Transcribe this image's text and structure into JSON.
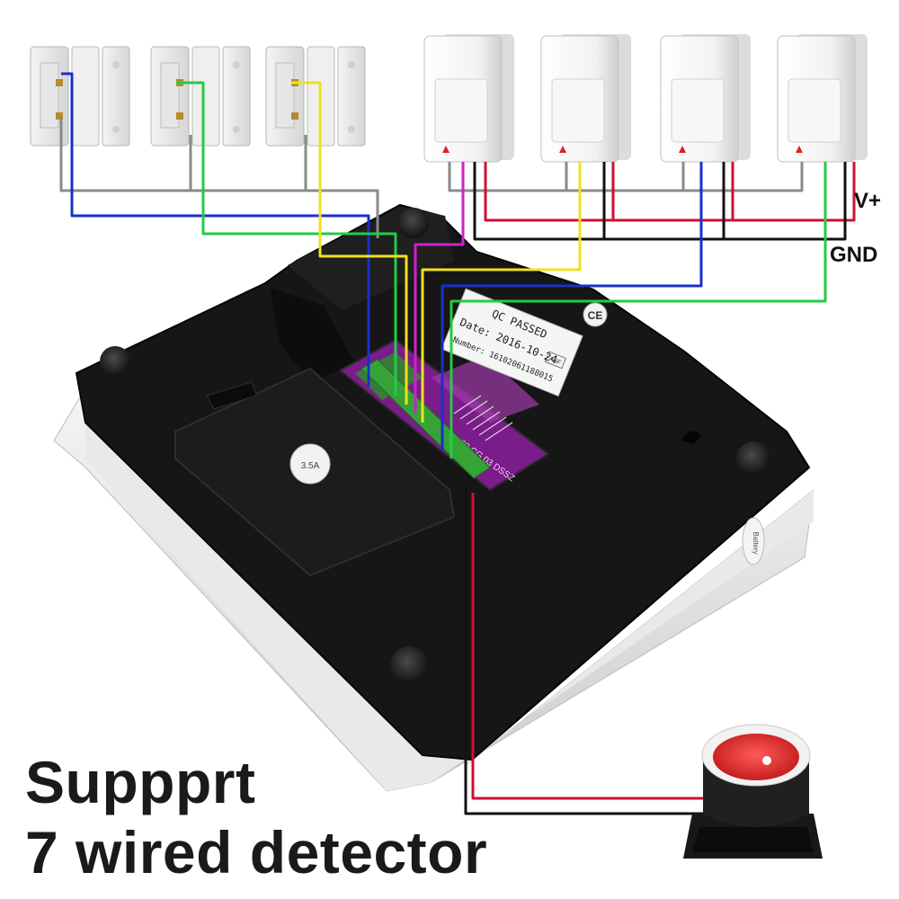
{
  "image": {
    "caption_line1": "Suppprt",
    "caption_line2": "7 wired detector",
    "power_labels": {
      "vplus": "V+",
      "gnd": "GND"
    },
    "qc_label": {
      "line1": "QC PASSED",
      "line2": "Date: 2016-10-24",
      "line3": "Number: 16102061188015",
      "badge": "ASF"
    },
    "ce_mark": "CE",
    "pcb_marking": "83 CG 03 DSSZ",
    "foot_sticker": "3.5A",
    "side_sticker": "Battery",
    "components": [
      {
        "kind": "door-contact",
        "wire_color": "#1a2fcc"
      },
      {
        "kind": "door-contact",
        "wire_color": "#22cc44"
      },
      {
        "kind": "door-contact",
        "wire_color": "#f0e020"
      },
      {
        "kind": "pir-sensor",
        "wire_color": "#cc22cc"
      },
      {
        "kind": "pir-sensor",
        "wire_color": "#f0e020"
      },
      {
        "kind": "pir-sensor",
        "wire_color": "#1a2fcc"
      },
      {
        "kind": "pir-sensor",
        "wire_color": "#22cc44"
      },
      {
        "kind": "siren",
        "wire_color": "#cc1133"
      }
    ],
    "colors": {
      "panel": "#151515",
      "pcb": "#7a1c8a",
      "vplus_wire": "#cc1133",
      "gnd_wire": "#111111",
      "common_wire": "#888888"
    }
  }
}
